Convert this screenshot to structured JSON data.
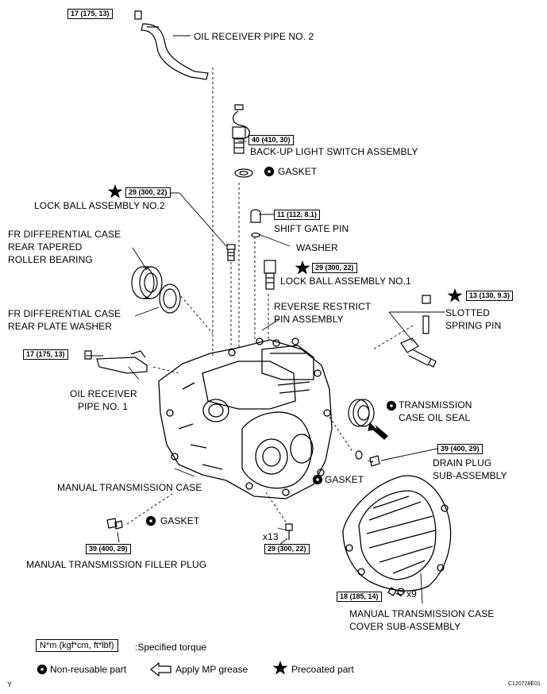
{
  "labels": {
    "oil_receiver_pipe_2": "OIL RECEIVER PIPE NO. 2",
    "backup_light_switch": "BACK-UP LIGHT SWITCH ASSEMBLY",
    "gasket_top": "GASKET",
    "lock_ball_2": "LOCK BALL ASSEMBLY NO.2",
    "shift_gate_pin": "SHIFT GATE PIN",
    "washer": "WASHER",
    "fr_diff_bearing": [
      "FR DIFFERENTIAL CASE",
      "REAR TAPERED",
      "ROLLER BEARING"
    ],
    "lock_ball_1": "LOCK BALL ASSEMBLY NO.1",
    "reverse_restrict": [
      "REVERSE RESTRICT",
      "PIN ASSEMBLY"
    ],
    "slotted_spring_pin": [
      "SLOTTED",
      "SPRING PIN"
    ],
    "fr_diff_washer": [
      "FR DIFFERENTIAL CASE",
      "REAR PLATE WASHER"
    ],
    "oil_receiver_pipe_1": [
      "OIL RECEIVER",
      "PIPE NO. 1"
    ],
    "trans_case_oil_seal": [
      "TRANSMISSION",
      "CASE OIL SEAL"
    ],
    "drain_plug": [
      "DRAIN PLUG",
      "SUB-ASSEMBLY"
    ],
    "gasket_mid": "GASKET",
    "manual_trans_case": "MANUAL TRANSMISSION CASE",
    "gasket_filler": "GASKET",
    "filler_plug": "MANUAL TRANSMISSION FILLER PLUG",
    "case_cover": [
      "MANUAL TRANSMISSION CASE",
      "COVER SUB-ASSEMBLY"
    ],
    "x13": "x13",
    "x9": "x9"
  },
  "torques": {
    "oil_pipe_2": "17 (175, 13)",
    "backup_switch": "40 (410, 30)",
    "lock_ball_2": "29 (300, 22)",
    "shift_gate_pin": "11 (112, 8.1)",
    "lock_ball_1": "29 (300, 22)",
    "slotted_pin": "13 (130, 9.3)",
    "oil_pipe_1": "17 (175, 13)",
    "drain_plug": "39 (400, 29)",
    "filler_plug": "39 (400, 29)",
    "case_bolts": "29 (300, 22)",
    "cover_bolts": "18 (185, 14)"
  },
  "legend": {
    "torque_unit": "N*m (kgf*cm, ft*lbf)",
    "torque_desc": ":Specified torque",
    "non_reusable": "Non-reusable part",
    "mp_grease": "Apply MP grease",
    "precoated": "Precoated part"
  },
  "footer": {
    "left_code": "Y",
    "right_code": "C120728E01"
  }
}
